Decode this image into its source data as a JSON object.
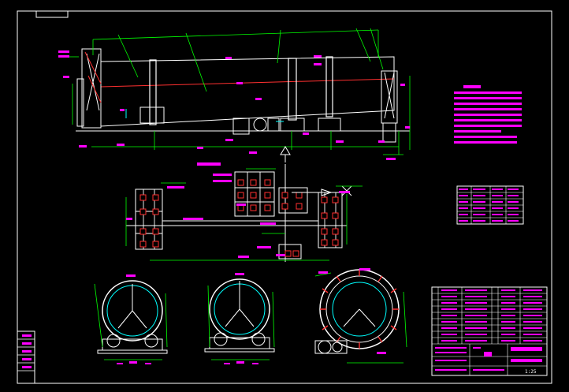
{
  "drawing": {
    "background": "#000000",
    "colors": {
      "outline": "#ffffff",
      "dimension": "#00ff00",
      "annotation": "#ff00ff",
      "centerline": "#ff3030",
      "hidden": "#00ffff"
    },
    "views": [
      "side-elevation",
      "foundation-plan",
      "tire-section-1",
      "tire-section-2",
      "gear-section"
    ],
    "title_block": {
      "scale_label": "1:25"
    }
  }
}
